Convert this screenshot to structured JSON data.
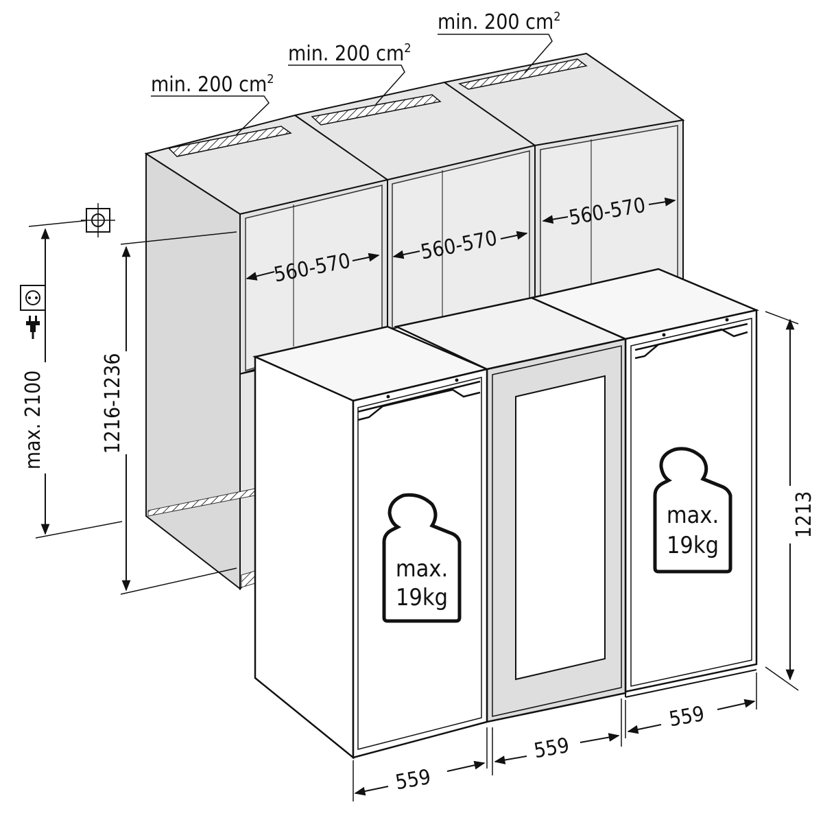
{
  "vent_labels": {
    "left": "min. 200 cm",
    "middle": "min. 200 cm",
    "right": "min. 200 cm",
    "sup": "2"
  },
  "niche_widths": {
    "left": "560-570",
    "middle": "560-570",
    "right": "560-570"
  },
  "heights": {
    "max_height": "max. 2100",
    "niche_height": "1216-1236",
    "appliance_height": "1213"
  },
  "appliance_widths": {
    "left": "559",
    "middle": "559",
    "right": "559"
  },
  "weight_badges": {
    "left": {
      "line1": "max.",
      "line2": "19kg"
    },
    "right": {
      "line1": "max.",
      "line2": "19kg"
    }
  },
  "colors": {
    "cabinet_gray": "#e3e3e3",
    "appliance_side": "#f4f4f4",
    "glass_door": "#dcdcdc",
    "line": "#111111"
  },
  "icons": [
    "water-connection-icon",
    "power-socket-icon",
    "power-plug-icon",
    "weight-icon"
  ]
}
